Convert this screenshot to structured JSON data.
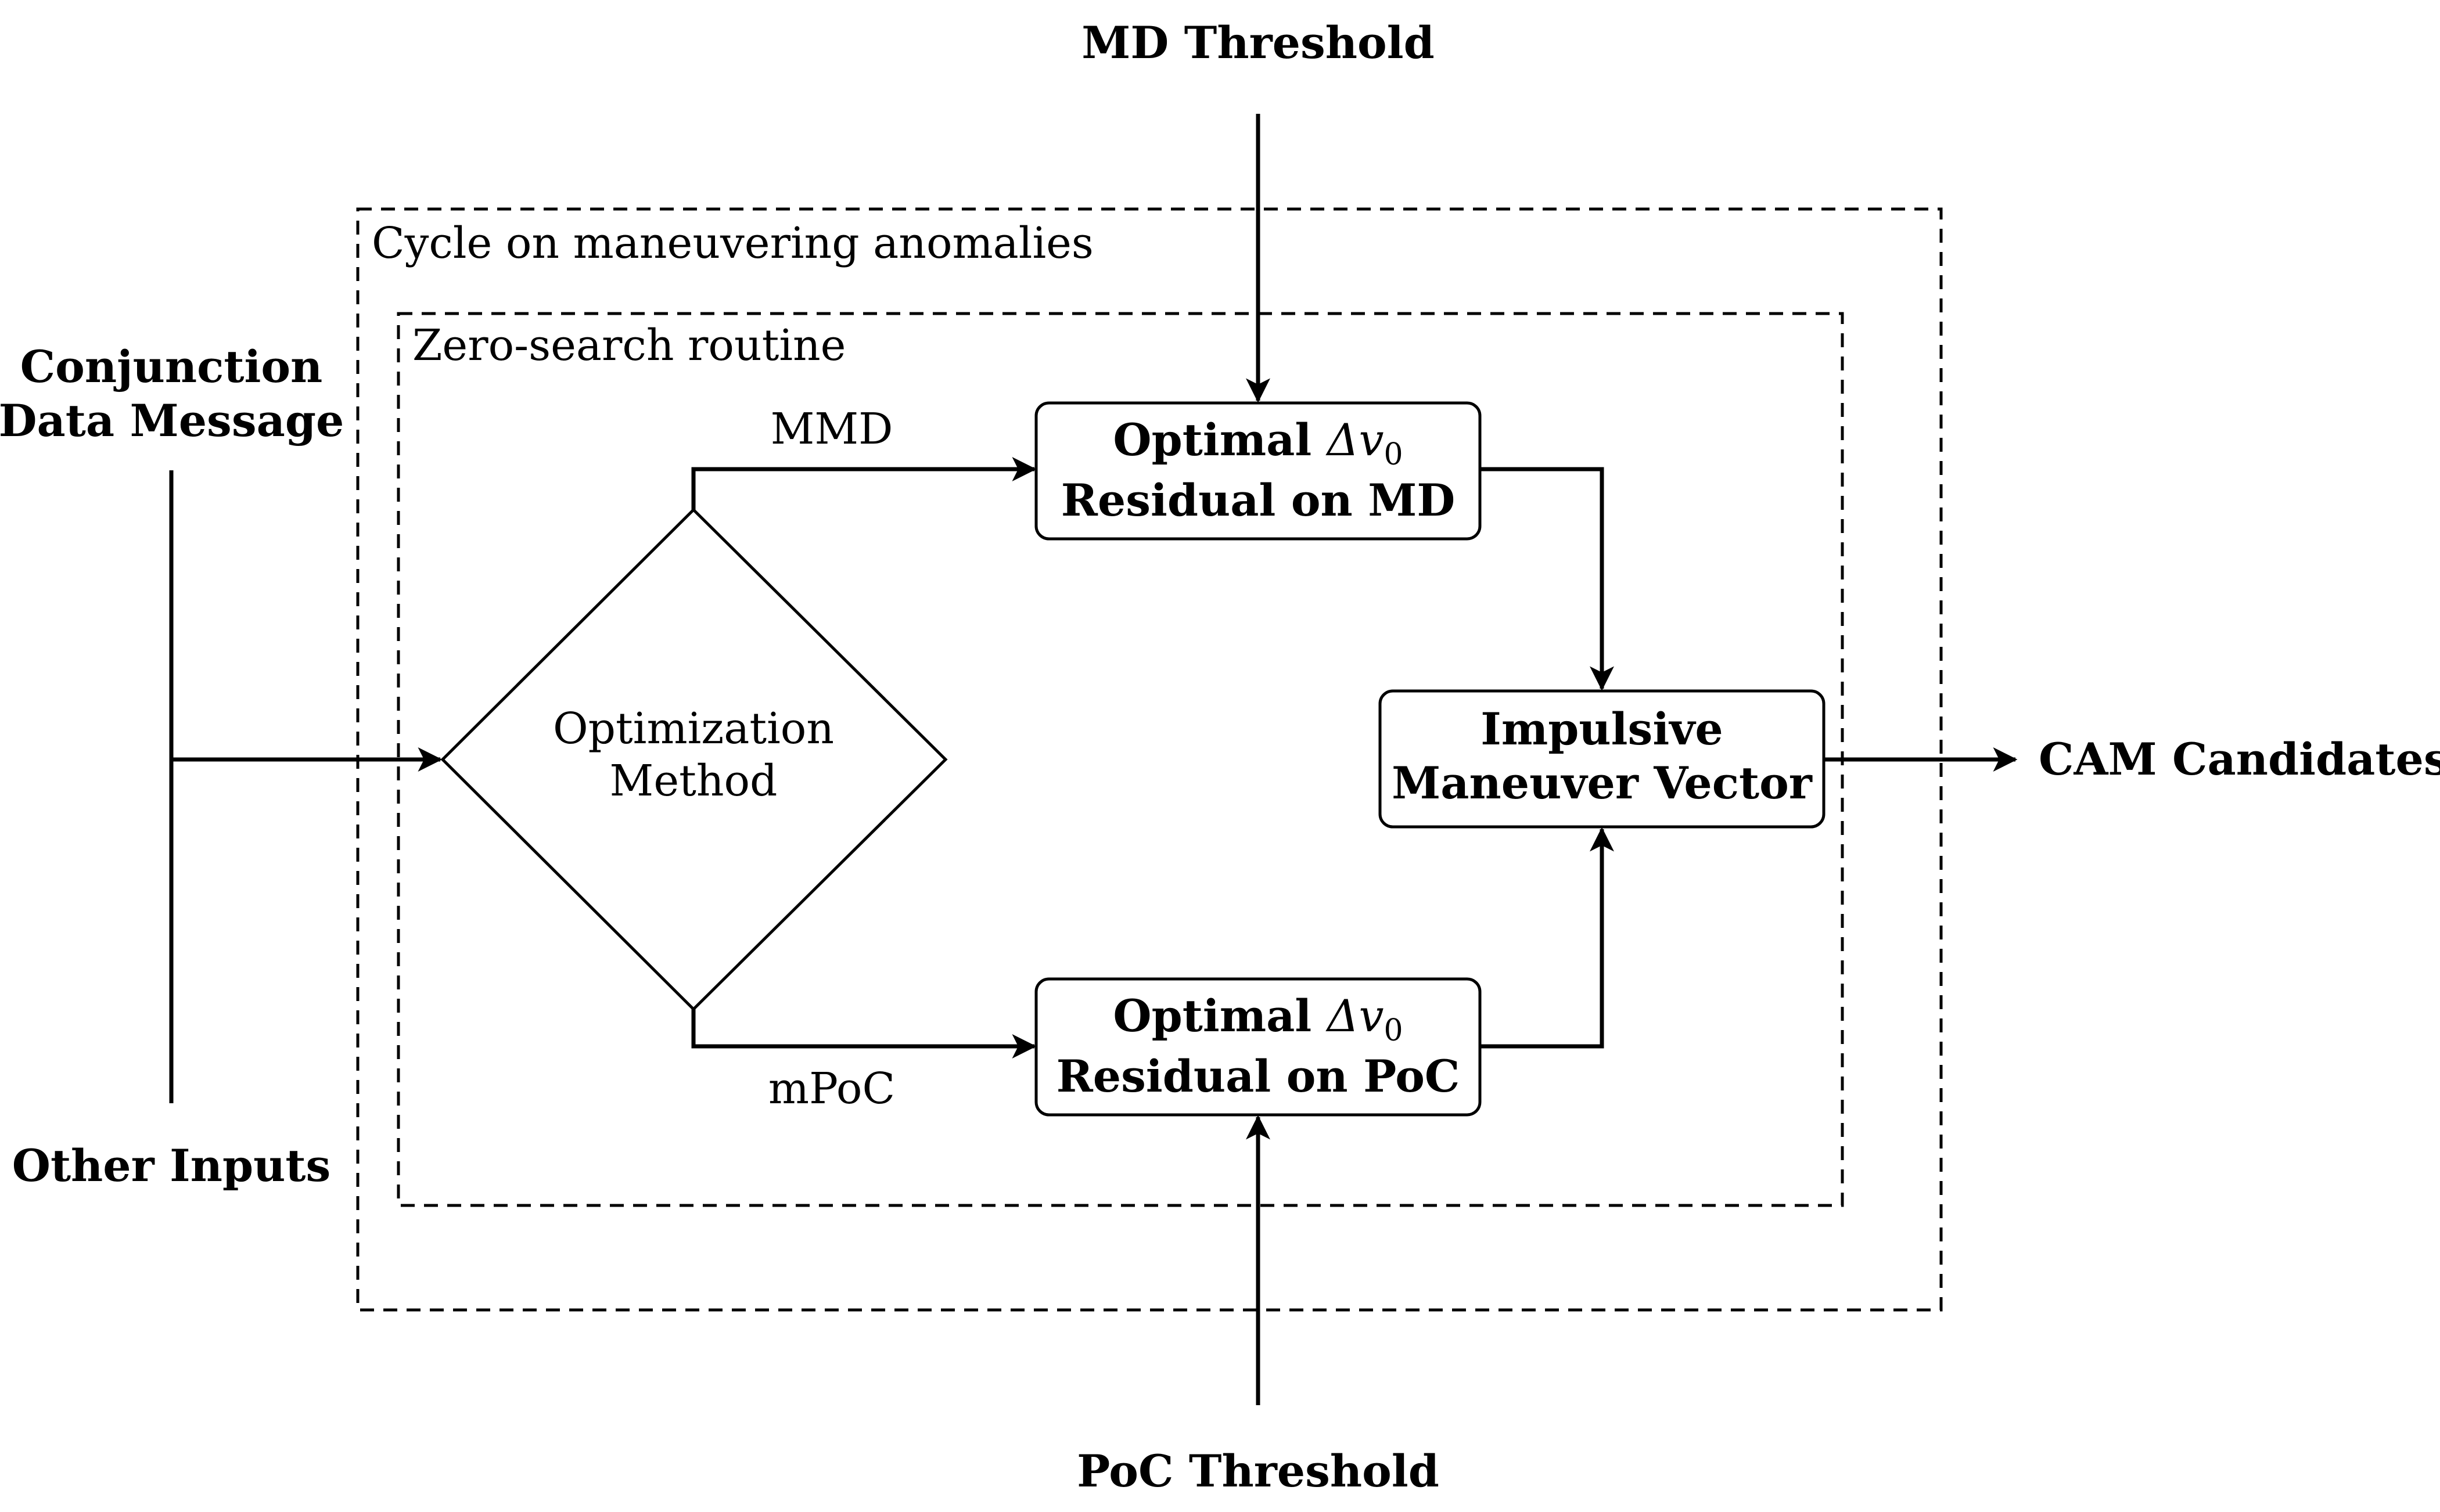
{
  "inputs": {
    "top_threshold": "MD Threshold",
    "bottom_threshold": "PoC Threshold",
    "left_top": [
      "Conjunction",
      "Data Message"
    ],
    "left_bottom": "Other Inputs"
  },
  "outer_loop": {
    "label": "Cycle on maneuvering anomalies"
  },
  "inner_loop": {
    "label": "Zero-search routine"
  },
  "decision": {
    "lines": [
      "Optimization",
      "Method"
    ]
  },
  "branches": {
    "upper": "MMD",
    "lower": "mPoC"
  },
  "nodes": {
    "md_box": {
      "line1": "Optimal",
      "symbol": "Δv",
      "subscript": "0",
      "line2": "Residual on MD"
    },
    "poc_box": {
      "line1": "Optimal",
      "symbol": "Δv",
      "subscript": "0",
      "line2": "Residual on PoC"
    },
    "vector_box": {
      "lines": [
        "Impulsive",
        "Maneuver Vector"
      ]
    }
  },
  "output": {
    "label": "CAM Candidates"
  }
}
